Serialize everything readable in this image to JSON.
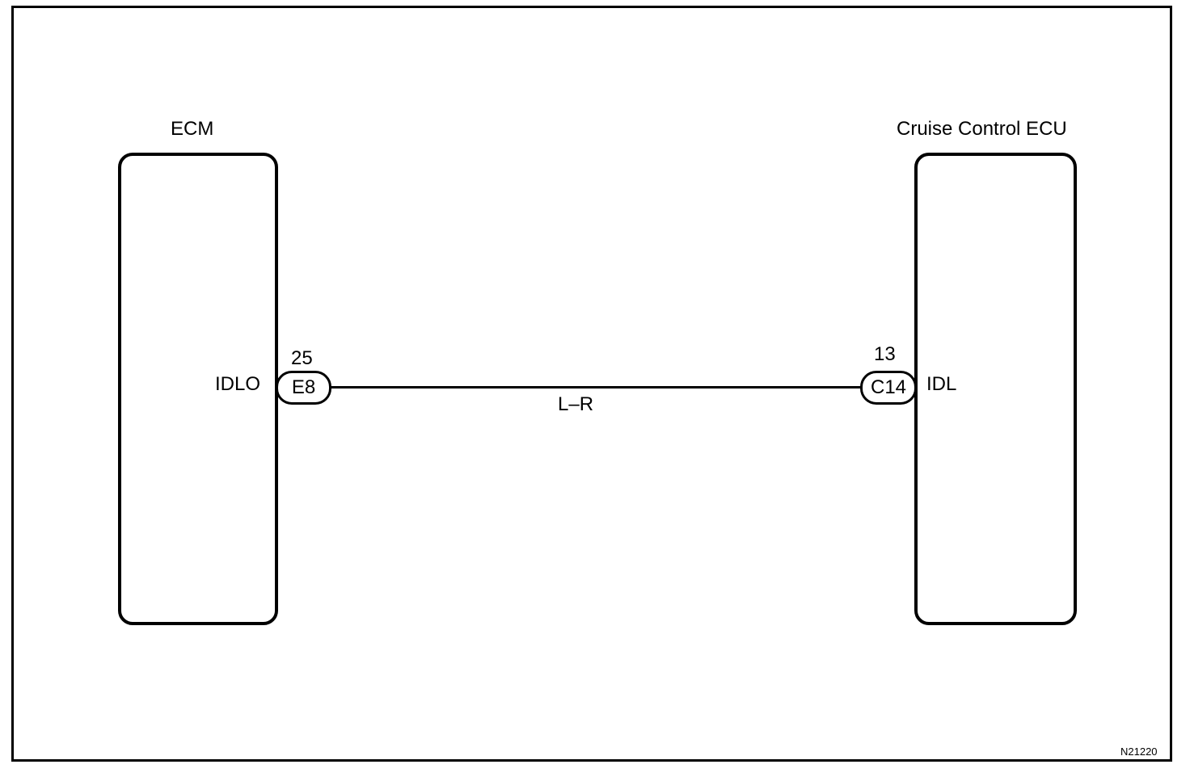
{
  "diagram": {
    "modules": {
      "ecm": {
        "title": "ECM",
        "pin_name": "IDLO",
        "pin_number": "25",
        "connector": "E8"
      },
      "cruise": {
        "title": "Cruise Control ECU",
        "pin_name": "IDL",
        "pin_number": "13",
        "connector": "C14"
      }
    },
    "wire": {
      "color_code": "L–R"
    },
    "figure_id": "N21220"
  }
}
